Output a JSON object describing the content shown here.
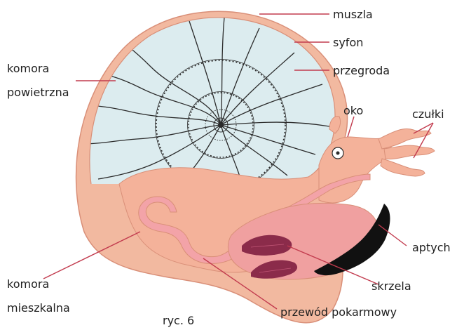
{
  "labels": {
    "muszla": "muszla",
    "syfon": "syfon",
    "przegroda": "przegroda",
    "komora_powietrzna_1": "komora",
    "komora_powietrzna_2": "powietrzna",
    "oko": "oko",
    "czulki": "czułki",
    "aptych": "aptych",
    "skrzela": "skrzela",
    "komora_mieszkalna_1": "komora",
    "komora_mieszkalna_2": "mieszkalna",
    "przewod": "przewód pokarmowy",
    "caption": "ryc. 6"
  },
  "colors": {
    "shell": "#f2b9a0",
    "shell_stroke": "#d98f78",
    "chamber": "#dcecef",
    "septa": "#2b2b2b",
    "body": "#f4b29a",
    "gut": "#f0a0a0",
    "gill": "#8b2b4a",
    "aptychus": "#111111",
    "leader": "#c23b4e"
  }
}
